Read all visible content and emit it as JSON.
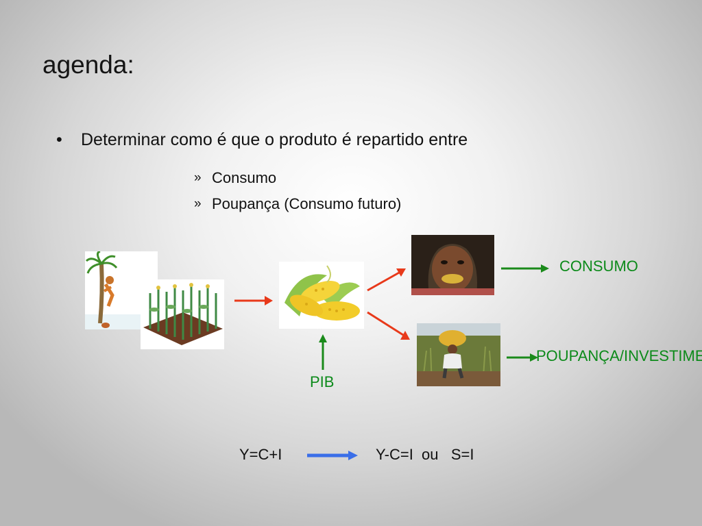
{
  "slide": {
    "title": "agenda:",
    "bullet": {
      "marker": "•",
      "text": "Determinar como é que o produto é repartido entre",
      "subitems": [
        {
          "marker": "»",
          "text": "Consumo"
        },
        {
          "marker": "»",
          "text": "Poupança (Consumo futuro)"
        }
      ]
    },
    "diagram": {
      "consumo_label": "CONSUMO",
      "poupanca_label": "POUPANÇA/INVESTIMENTO",
      "pib_label": "PIB",
      "equation_left": "Y=C+I",
      "equation_right": "Y-C=I  ou   S=I"
    },
    "colors": {
      "arrow_red": "#e8391a",
      "arrow_green": "#1a8a1a",
      "arrow_blue": "#3a6ee8",
      "label_green": "#0c8a1a"
    },
    "icons": {
      "palm_climber": "palm-tree-climber-image",
      "corn_field": "corn-field-image",
      "corn_pile": "corn-pile-image",
      "girl_eating": "girl-eating-corn-image",
      "farmer_field": "farmer-in-field-image"
    }
  }
}
